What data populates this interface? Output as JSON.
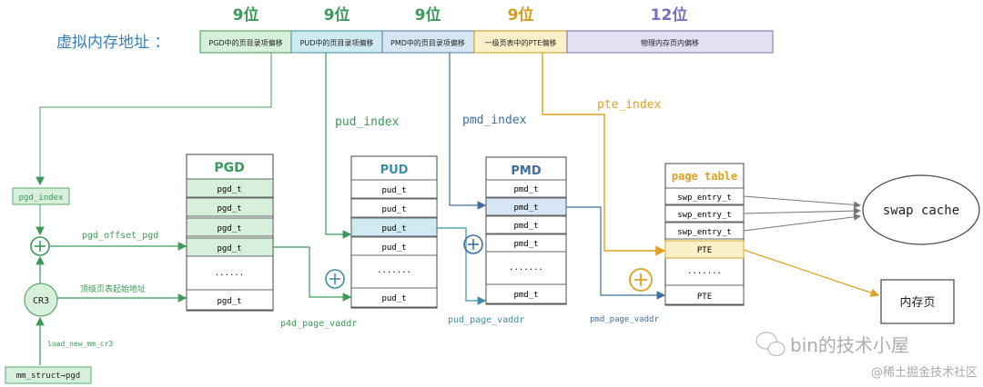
{
  "address": {
    "label": "虚拟内存地址 ：",
    "fields": [
      {
        "bits": "9位",
        "text": "PGD中的页目录项偏移",
        "fill": "#d7f0dc",
        "stroke": "#5aa86b",
        "bitcolor": "#3a9a57"
      },
      {
        "bits": "9位",
        "text": "PUD中的页目录项偏移",
        "fill": "#cfeaf0",
        "stroke": "#5a9fb0",
        "bitcolor": "#3a9a57"
      },
      {
        "bits": "9位",
        "text": "PMD中的页目录项偏移",
        "fill": "#d6e6f4",
        "stroke": "#6a90b8",
        "bitcolor": "#3a9a57"
      },
      {
        "bits": "9位",
        "text": "一级页表中的PTE偏移",
        "fill": "#fbf0c8",
        "stroke": "#d4a830",
        "bitcolor": "#d49a18"
      },
      {
        "bits": "12位",
        "text": "物理内存页内偏移",
        "fill": "#e4e0f4",
        "stroke": "#8a82c0",
        "bitcolor": "#7a6cc0"
      }
    ]
  },
  "labels": {
    "pud_index": "pud_index",
    "pmd_index": "pmd_index",
    "pte_index": "pte_index",
    "pgd_index": "pgd_index",
    "pgd_offset_pgd": "pgd_offset_pgd",
    "cr3": "CR3",
    "cr3_desc": "顶级页表起始地址",
    "load_cr3": "load_new_mm_cr3",
    "mm_struct": "mm_struct→pgd",
    "p4d_page_vaddr": "p4d_page_vaddr",
    "pud_page_vaddr": "pud_page_vaddr",
    "pmd_page_vaddr": "pmd_page_vaddr",
    "swap_cache": "swap cache",
    "phys_page": "内存页",
    "wm_brand": "bin的技术小屋",
    "wm_site": "@稀土掘金技术社区"
  },
  "tables": {
    "pgd": {
      "title": "PGD",
      "rows": [
        "pgd_t",
        "pgd_t",
        "pgd_t",
        "pgd_t",
        "......",
        "pgd_t"
      ]
    },
    "pud": {
      "title": "PUD",
      "rows": [
        "pud_t",
        "pud_t",
        "pud_t",
        "pud_t",
        ".......",
        "pud_t"
      ]
    },
    "pmd": {
      "title": "PMD",
      "rows": [
        "pmd_t",
        "pmd_t",
        "pmd_t",
        "pmd_t",
        ".......",
        "pmd_t"
      ]
    },
    "pt": {
      "title": "page table",
      "rows": [
        "swp_entry_t",
        "swp_entry_t",
        "swp_entry_t",
        "PTE",
        ".......",
        "PTE"
      ]
    }
  },
  "plus": "⊕",
  "colors": {
    "green": "#3a9a57",
    "teal": "#3d8fa6",
    "blue": "#3f6fa0",
    "gold": "#e0a020",
    "purple": "#7a6cc0",
    "grey": "#777777",
    "dark": "#222222"
  }
}
